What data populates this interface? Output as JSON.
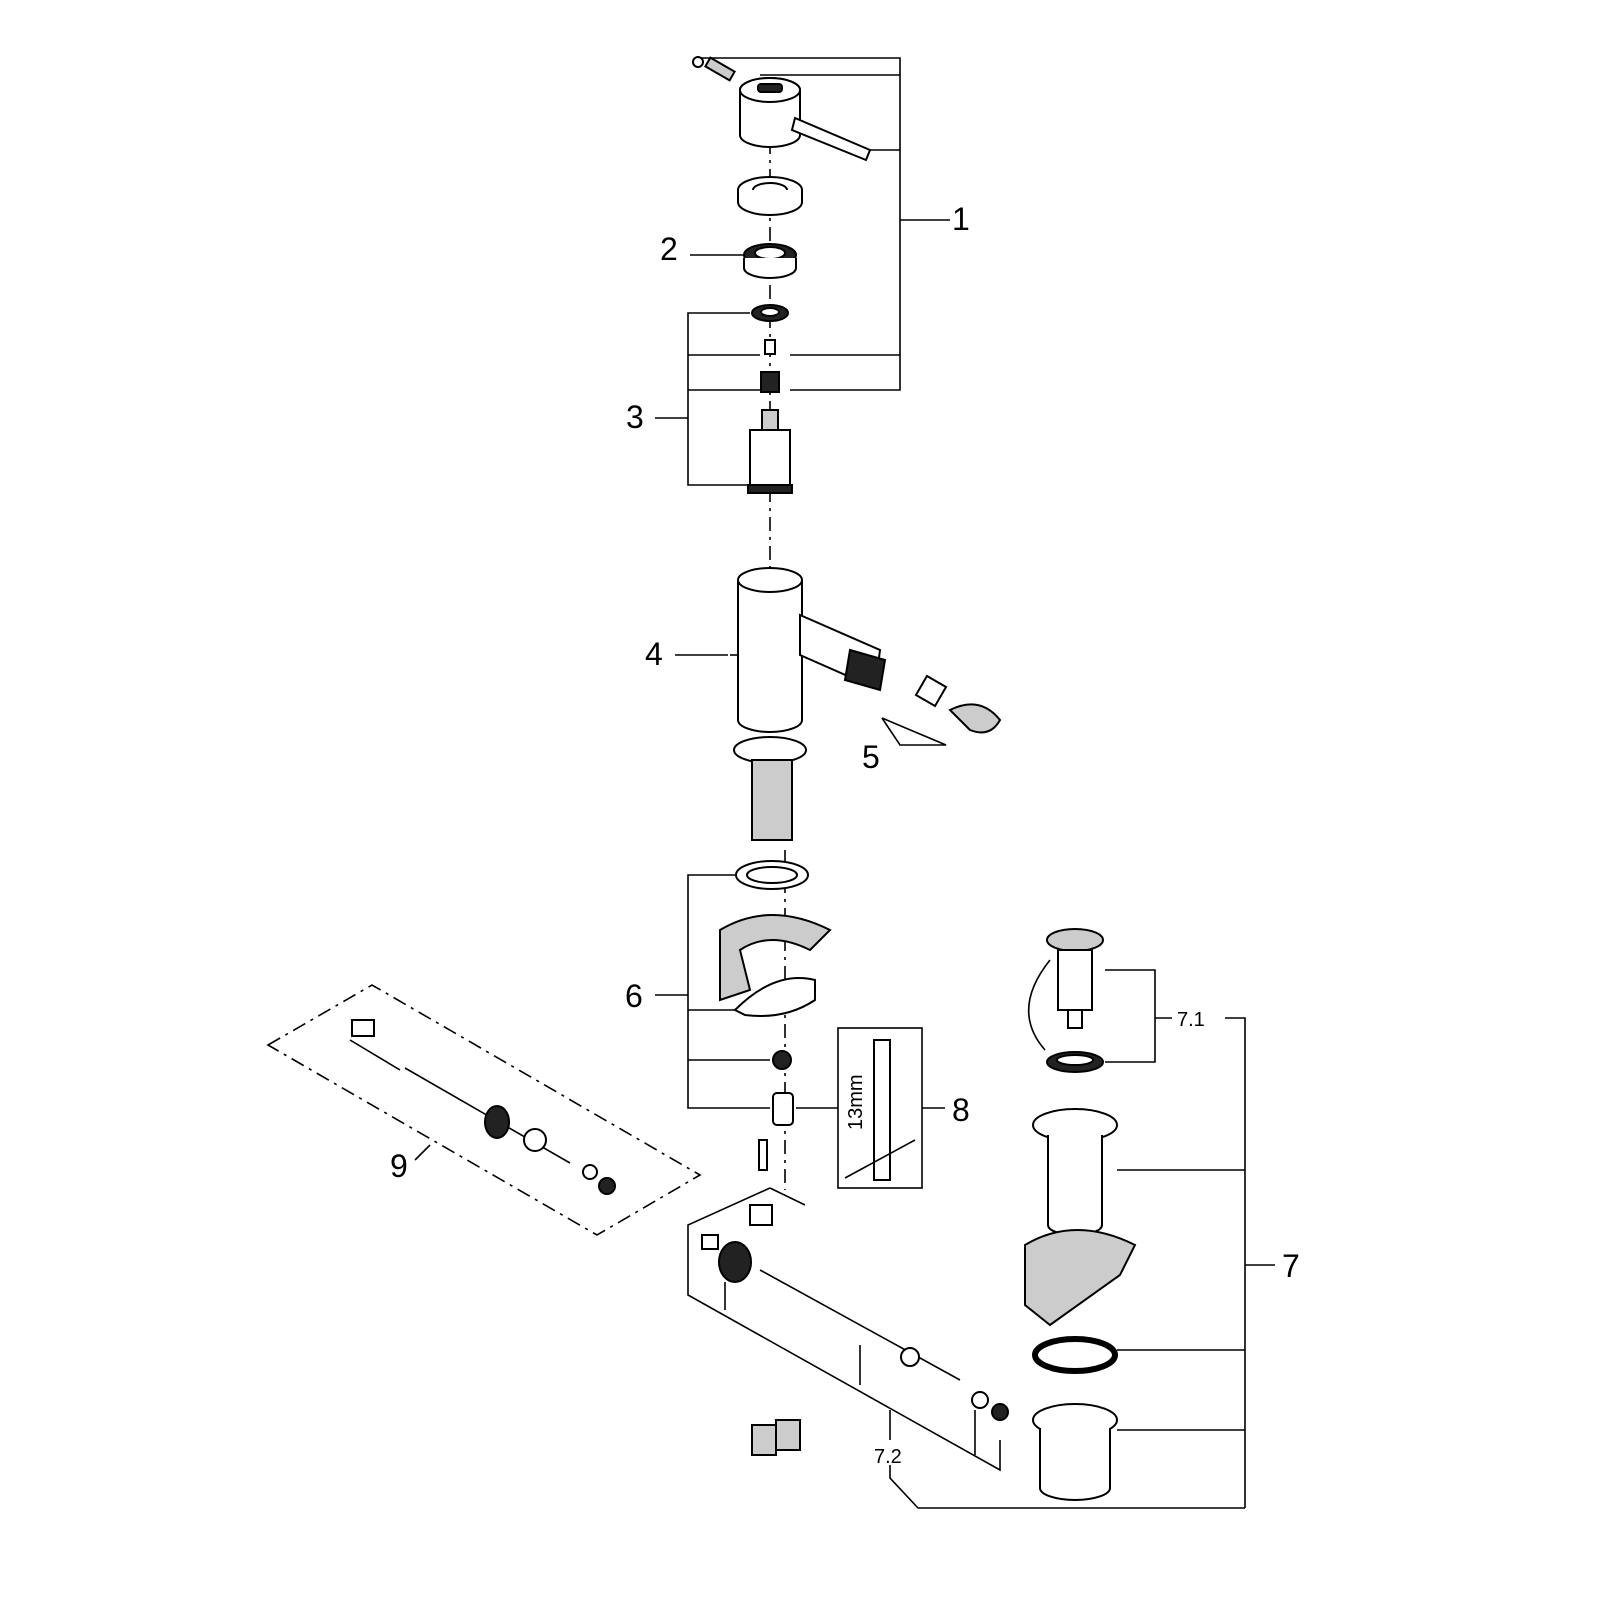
{
  "title": "Exploded parts diagram of bidet mixer",
  "labels": {
    "p1": "1",
    "p2": "2",
    "p3": "3",
    "p4": "4",
    "p5": "5",
    "p6": "6",
    "p7": "7",
    "p7_1": "7.1",
    "p7_2": "7.2",
    "p8": "8",
    "p9": "9",
    "wrench_size": "13mm"
  }
}
